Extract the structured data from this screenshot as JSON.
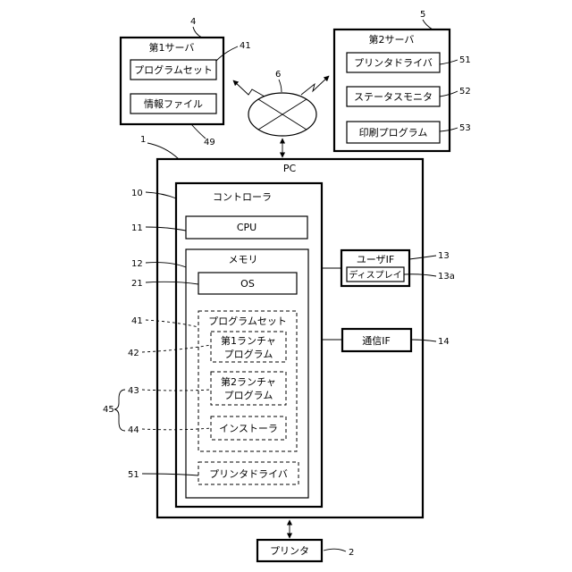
{
  "server1": {
    "title": "第1サーバ",
    "items": [
      "プログラムセット",
      "情報ファイル"
    ],
    "ref": "4",
    "item_refs": [
      "41",
      "49"
    ]
  },
  "server2": {
    "title": "第2サーバ",
    "items": [
      "プリンタドライバ",
      "ステータスモニタ",
      "印刷プログラム"
    ],
    "ref": "5",
    "item_refs": [
      "51",
      "52",
      "53"
    ]
  },
  "network": {
    "ref": "6"
  },
  "pc": {
    "title": "PC",
    "ref": "1",
    "controller": {
      "title": "コントローラ",
      "ref": "10",
      "cpu": {
        "label": "CPU",
        "ref": "11"
      },
      "memory": {
        "title": "メモリ",
        "ref": "12",
        "os": {
          "label": "OS",
          "ref": "21"
        },
        "program_set": {
          "title": "プログラムセット",
          "ref": "41",
          "launcher1": {
            "line1": "第1ランチャ",
            "line2": "プログラム",
            "ref": "42"
          },
          "launcher2": {
            "line1": "第2ランチャ",
            "line2": "プログラム",
            "ref": "43"
          },
          "installer": {
            "label": "インストーラ",
            "ref": "44"
          },
          "group_ref": "45"
        },
        "printer_driver": {
          "label": "プリンタドライバ",
          "ref": "51"
        }
      }
    },
    "user_if": {
      "label": "ユーザIF",
      "ref": "13",
      "display": {
        "label": "ディスプレイ",
        "ref": "13a"
      }
    },
    "comm_if": {
      "label": "通信IF",
      "ref": "14"
    }
  },
  "printer": {
    "label": "プリンタ",
    "ref": "2"
  }
}
